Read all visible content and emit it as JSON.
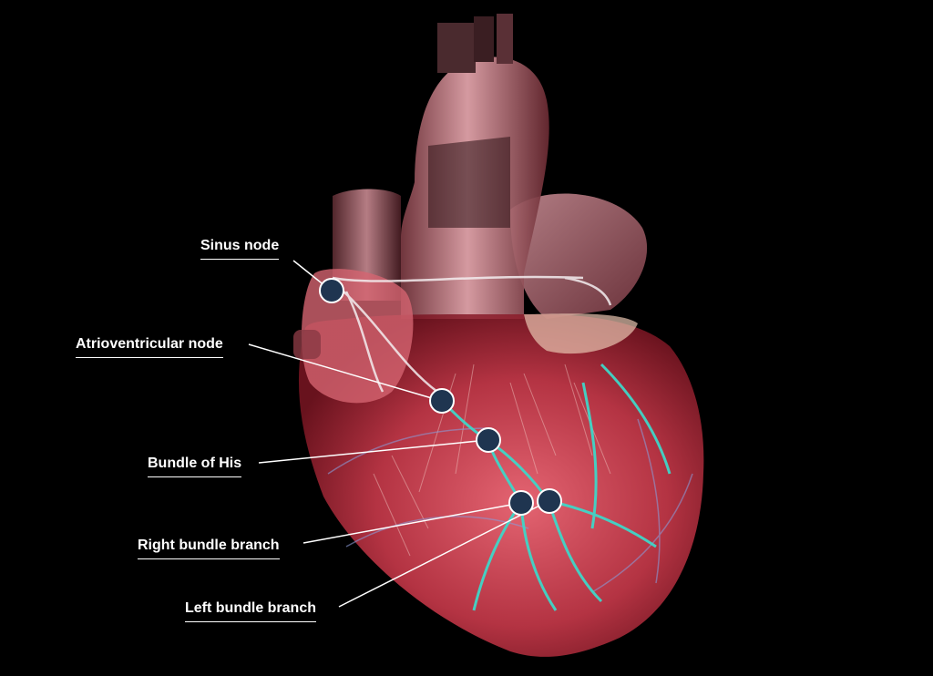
{
  "labels": {
    "sinus_node": "Sinus node",
    "av_node": "Atrioventricular node",
    "bundle_of_his": "Bundle of His",
    "right_bundle_branch": "Right bundle branch",
    "left_bundle_branch": "Left bundle branch"
  },
  "colors": {
    "background": "#000000",
    "marker_fill": "#1f3550",
    "marker_stroke": "#ffffff",
    "leader_line": "#ffffff",
    "conduction_fibers": "#3fd6c8",
    "heart_muscle": "#c83a4a",
    "vessel": "#e8a0a8"
  }
}
